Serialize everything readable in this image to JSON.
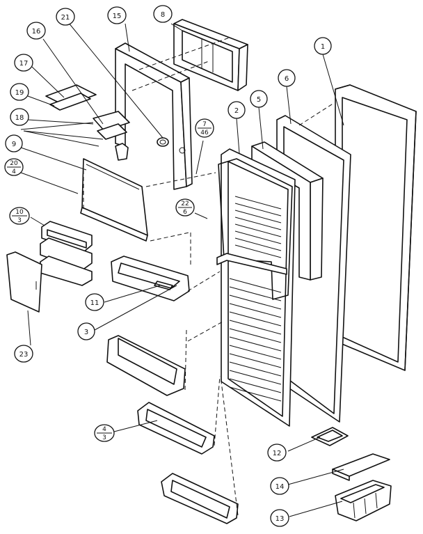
{
  "callouts": {
    "c1": {
      "label": "1"
    },
    "c2": {
      "label": "2"
    },
    "c3": {
      "label": "3"
    },
    "c5": {
      "label": "5"
    },
    "c6": {
      "label": "6"
    },
    "c7": {
      "num": "7",
      "den": "46"
    },
    "c8": {
      "label": "8"
    },
    "c9": {
      "label": "9"
    },
    "c10": {
      "num": "10",
      "den": "3"
    },
    "c11": {
      "label": "11"
    },
    "c12": {
      "label": "12"
    },
    "c13": {
      "label": "13"
    },
    "c14": {
      "label": "14"
    },
    "c15": {
      "label": "15"
    },
    "c16": {
      "label": "16"
    },
    "c17": {
      "label": "17"
    },
    "c18": {
      "label": "18"
    },
    "c19": {
      "label": "19"
    },
    "c20": {
      "num": "20",
      "den": "4"
    },
    "c21": {
      "label": "21"
    },
    "c22": {
      "num": "22",
      "den": "6"
    },
    "c23": {
      "label": "23"
    },
    "c4": {
      "num": "4",
      "den": "3"
    }
  }
}
